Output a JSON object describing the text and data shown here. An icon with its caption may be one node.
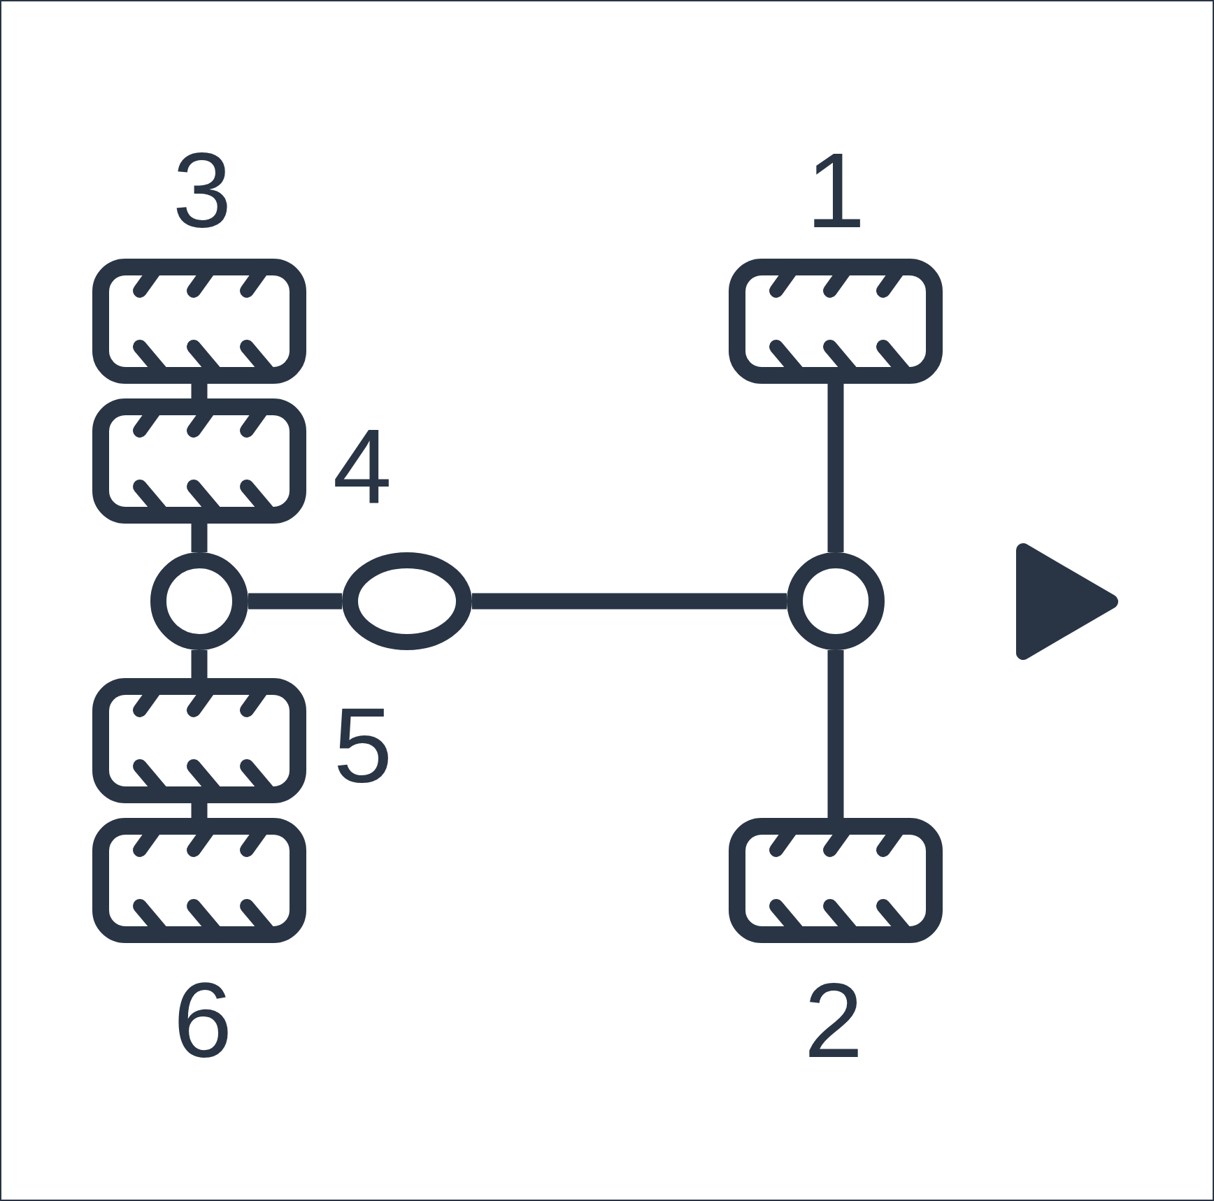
{
  "diagram": {
    "nodes": [
      {
        "text": [],
        "shape": "tire",
        "beside": [
          "3"
        ]
      },
      {
        "text": [],
        "shape": "tire",
        "beside": [
          "1"
        ]
      },
      {
        "text": [],
        "shape": "tire",
        "beside": [
          "4"
        ]
      },
      {
        "text": [],
        "shape": "circle"
      },
      {
        "text": [],
        "shape": "ellipse"
      },
      {
        "text": [],
        "shape": "circle"
      },
      {
        "text": [],
        "shape": "tire",
        "beside": [
          "5"
        ]
      },
      {
        "text": [],
        "shape": "tire",
        "beside": [
          "6"
        ]
      },
      {
        "text": [],
        "shape": "tire",
        "beside": [
          "2"
        ]
      }
    ],
    "edges": [
      {
        "from": 0,
        "to": 2,
        "arrow": "none"
      },
      {
        "from": 1,
        "to": 5,
        "arrow": "none"
      },
      {
        "from": 2,
        "to": 3,
        "arrow": "none"
      },
      {
        "from": 3,
        "to": 4,
        "arrow": "none"
      },
      {
        "from": 4,
        "to": 5,
        "arrow": "none"
      },
      {
        "from": 3,
        "to": 6,
        "arrow": "none"
      },
      {
        "from": 6,
        "to": 7,
        "arrow": "none"
      },
      {
        "from": 5,
        "to": 8,
        "arrow": "none"
      }
    ]
  }
}
